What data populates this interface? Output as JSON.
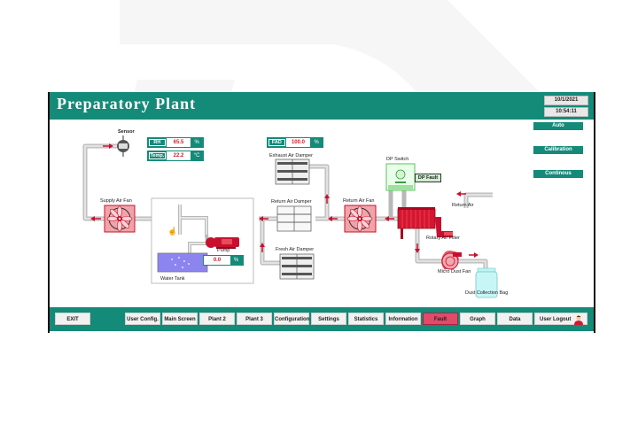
{
  "header": {
    "title": "Preparatory Plant",
    "date": "10/1/2021",
    "time": "10:54:11"
  },
  "modes": [
    {
      "label": "Auto"
    },
    {
      "label": "Calibration"
    },
    {
      "label": "Continous"
    }
  ],
  "sensor": {
    "label": "Sensor",
    "rh": {
      "key": "RH",
      "value": "65.5",
      "unit": "%"
    },
    "temp": {
      "key": "Temp.",
      "value": "22.2",
      "unit": "°C"
    }
  },
  "fad": {
    "key": "FAD",
    "value": "100.0",
    "unit": "%"
  },
  "pump_readout": {
    "value": "0.0",
    "unit": "%"
  },
  "labels": {
    "supply_air_fan": "Supply Air Fan",
    "water_tank": "Water Tank",
    "pump": "Pump",
    "exhaust_air_damper": "Exhaust Air Damper",
    "return_air_damper": "Return Air Damper",
    "fresh_air_damper": "Fresh Air Damper",
    "return_air_fan": "Return Air Fan",
    "dp_switch": "DP Switch",
    "dp_fault": "DP Fault",
    "return_air": "Return Air",
    "rotary_air_filter": "Rotary Air Filter",
    "micro_dust_fan": "Micro Dust Fan",
    "dust_collection_bag": "Dust Collection Bag"
  },
  "nav": {
    "exit": "EXIT",
    "items": [
      {
        "label": "User Config."
      },
      {
        "label": "Main Screen"
      },
      {
        "label": "Plant 2"
      },
      {
        "label": "Plant 3"
      },
      {
        "label": "Configuration"
      },
      {
        "label": "Settings"
      },
      {
        "label": "Statistics"
      },
      {
        "label": "Information"
      },
      {
        "label": "Fault"
      },
      {
        "label": "Graph"
      },
      {
        "label": "Data"
      },
      {
        "label": "User Logout"
      }
    ]
  },
  "colors": {
    "accent": "#148a78",
    "fault": "#e24a6a",
    "value_text": "#d21b2a",
    "equipment_red": "#c8102e"
  }
}
